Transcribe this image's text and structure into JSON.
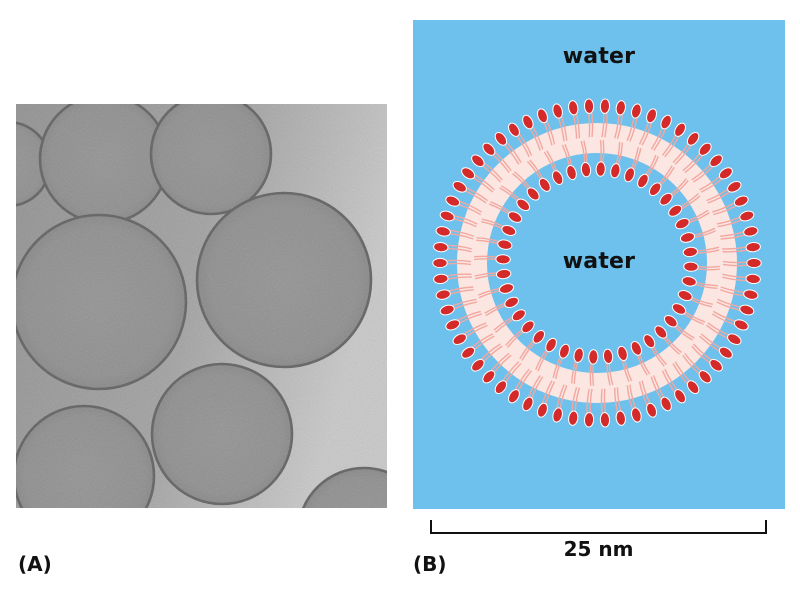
{
  "panels": {
    "a": {
      "label": "(A)"
    },
    "b": {
      "label": "(B)",
      "outer_text": "water",
      "inner_text": "water",
      "scale_text": "25 nm"
    }
  },
  "colors": {
    "water": "#6ec1ec",
    "head_group": "#d42a2a",
    "tail": "#f2a8a0",
    "micrograph_background": "#9a9a9a"
  }
}
